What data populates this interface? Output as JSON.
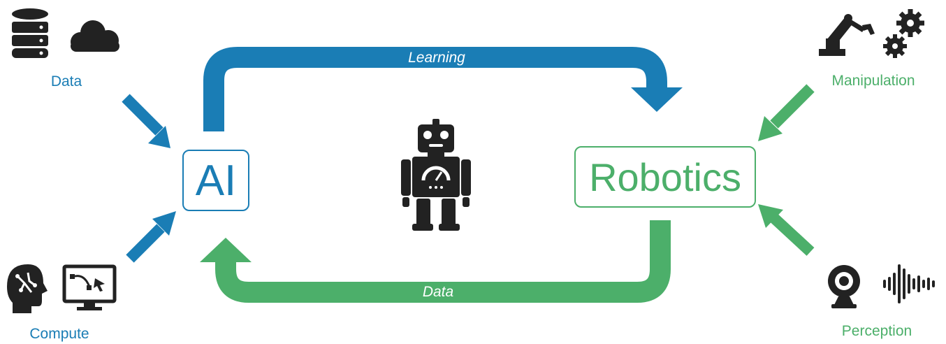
{
  "colors": {
    "blue": "#1a7db5",
    "green": "#4caf6a",
    "dark": "#222222"
  },
  "nodes": {
    "ai": {
      "label": "AI"
    },
    "robotics": {
      "label": "Robotics"
    }
  },
  "inputs": {
    "data": {
      "label": "Data",
      "icons": [
        "database-icon",
        "cloud-icon"
      ]
    },
    "compute": {
      "label": "Compute",
      "icons": [
        "brain-head-icon",
        "monitor-vector-icon"
      ]
    },
    "manipulation": {
      "label": "Manipulation",
      "icons": [
        "robot-arm-icon",
        "gears-icon"
      ]
    },
    "perception": {
      "label": "Perception",
      "icons": [
        "webcam-icon",
        "sound-wave-icon"
      ]
    }
  },
  "loop": {
    "top_label": "Learning",
    "bottom_label": "Data"
  },
  "center_icon": "robot-icon"
}
